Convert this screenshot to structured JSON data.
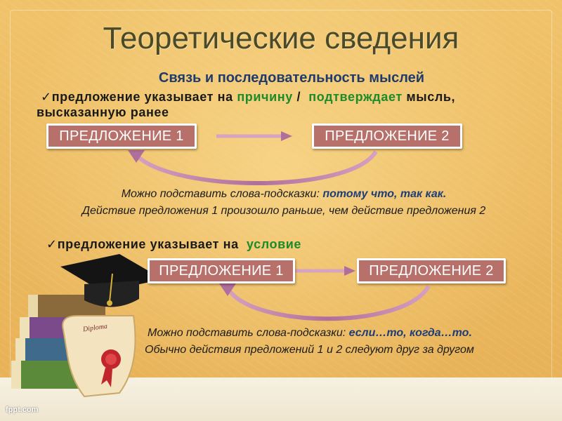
{
  "title": "Теоретические сведения",
  "subtitle": "Связь и последовательность мыслей",
  "section1": {
    "check_mark": "✓",
    "text_a": "предложение указывает на",
    "cause": "причину",
    "slash": "/",
    "confirms": "подтверждает",
    "text_b": "мысль,",
    "line2": "высказанную ранее",
    "box1": "ПРЕДЛОЖЕНИЕ 1",
    "box2": "ПРЕДЛОЖЕНИЕ 2",
    "hint_prefix": "Можно подставить слова-подсказки:",
    "hint_words": "потому что, так как.",
    "note": "Действие предложения 1 произошло раньше, чем действие предложения 2"
  },
  "section2": {
    "check_mark": "✓",
    "text": "предложение указывает на",
    "condition": "условие",
    "box1": "ПРЕДЛОЖЕНИЕ 1",
    "box2": "ПРЕДЛОЖЕНИЕ 2",
    "hint_prefix": "Можно подставить слова-подсказки:",
    "hint_words": "если…то, когда…то.",
    "note": "Обычно действия предложений 1 и 2 следуют друг за другом"
  },
  "illustration": {
    "diploma_label": "Diploma"
  },
  "footer": "fppt.com",
  "colors": {
    "background": "#ebb75d",
    "box_fill": "#b8706b",
    "arrow": "#b06f9a",
    "green_text": "#1e8a2a",
    "blue_text": "#1d3d7a",
    "title": "#4a4a28"
  }
}
